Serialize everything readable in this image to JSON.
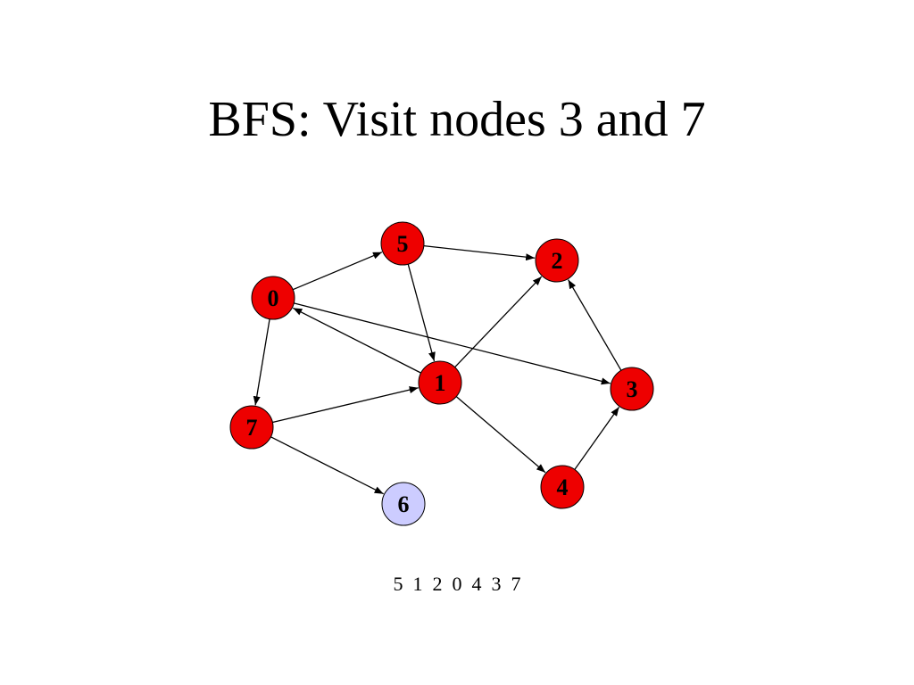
{
  "slide": {
    "title": "BFS: Visit nodes 3 and 7",
    "visit_order": "5  1  2  0  4  3  7"
  },
  "graph": {
    "colors": {
      "visited": "#ee0000",
      "unvisited": "#ccccff",
      "edge": "#000000",
      "node_outline": "#000000"
    },
    "nodes": [
      {
        "id": "n0",
        "label": "0",
        "state": "visited"
      },
      {
        "id": "n1",
        "label": "1",
        "state": "visited"
      },
      {
        "id": "n2",
        "label": "2",
        "state": "visited"
      },
      {
        "id": "n3",
        "label": "3",
        "state": "visited"
      },
      {
        "id": "n4",
        "label": "4",
        "state": "visited"
      },
      {
        "id": "n5",
        "label": "5",
        "state": "visited"
      },
      {
        "id": "n6",
        "label": "6",
        "state": "unvisited"
      },
      {
        "id": "n7",
        "label": "7",
        "state": "visited"
      }
    ],
    "edges": [
      {
        "from": "n0",
        "to": "n5"
      },
      {
        "from": "n0",
        "to": "n3"
      },
      {
        "from": "n0",
        "to": "n7"
      },
      {
        "from": "n5",
        "to": "n2"
      },
      {
        "from": "n5",
        "to": "n1"
      },
      {
        "from": "n1",
        "to": "n0"
      },
      {
        "from": "n1",
        "to": "n2"
      },
      {
        "from": "n1",
        "to": "n4"
      },
      {
        "from": "n3",
        "to": "n2"
      },
      {
        "from": "n4",
        "to": "n3"
      },
      {
        "from": "n7",
        "to": "n1"
      },
      {
        "from": "n7",
        "to": "n6"
      }
    ]
  }
}
